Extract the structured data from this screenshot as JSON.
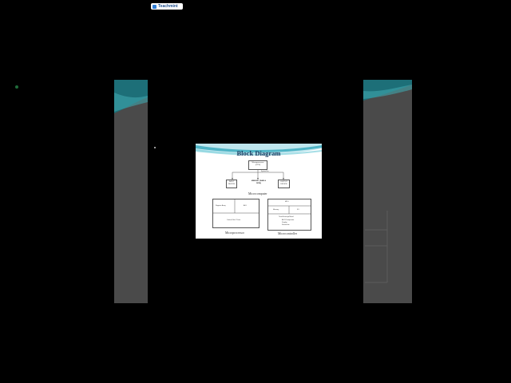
{
  "watermark": {
    "brand": "Teachmint",
    "icon": "teachmint-logo-icon"
  },
  "slide": {
    "title": "Block Diagram",
    "microcomputer": {
      "cpu_label": "Microprocessor (CPU)",
      "bus_label": "System Bus",
      "input_label": "INPUT DEVICE",
      "memory_label": "MEMORY (RAM & ROM)",
      "output_label": "OUTPUT DEVICE",
      "caption": "Microcomputer"
    },
    "microprocessor": {
      "cell_1": "Register Array",
      "cell_2": "ALU",
      "cell_3": "Control Unit / Timer",
      "caption": "Microprocessor"
    },
    "microcontroller": {
      "cell_1": "MPU",
      "cell_2": "Memory",
      "cell_3": "I/O",
      "cell_4": "Timer/Interrupt/Serial",
      "cell_5": "ADC/Comparator",
      "cell_6": "Display",
      "cell_7": "Sensor/etc.",
      "caption": "Microcontroller"
    }
  },
  "colors": {
    "background": "#000000",
    "side_panel": "#4a4a4a",
    "wave_teal": "#2aa3b8",
    "title": "#17365d"
  }
}
